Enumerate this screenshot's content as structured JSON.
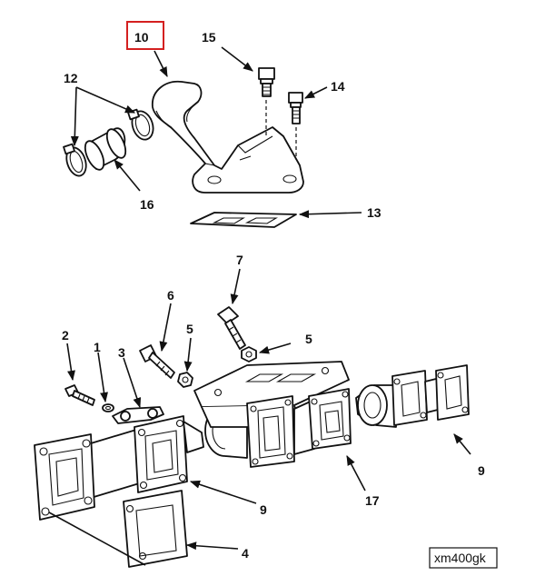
{
  "callouts": {
    "c10": "10",
    "c15": "15",
    "c14": "14",
    "c12": "12",
    "c16": "16",
    "c13": "13",
    "c7": "7",
    "c6": "6",
    "c5a": "5",
    "c5b": "5",
    "c2": "2",
    "c1": "1",
    "c3": "3",
    "c9a": "9",
    "c9b": "9",
    "c17": "17",
    "c4": "4"
  },
  "highlight_color": "#d42020",
  "figure_code": "xm400gk"
}
